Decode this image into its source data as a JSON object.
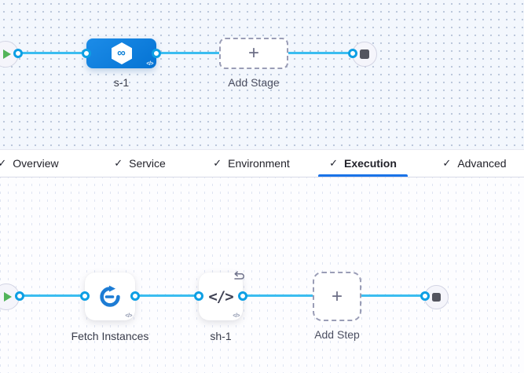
{
  "pipeline_graph": {
    "stage": {
      "name": "s-1"
    },
    "add_stage_label": "Add Stage",
    "plus_glyph": "+",
    "code_badge_glyph": "</>",
    "infinity_glyph": "∞"
  },
  "tabs": {
    "check_glyph": "✓",
    "items": [
      {
        "label": "Overview",
        "completed": true,
        "active": false
      },
      {
        "label": "Service",
        "completed": true,
        "active": false
      },
      {
        "label": "Environment",
        "completed": true,
        "active": false
      },
      {
        "label": "Execution",
        "completed": true,
        "active": true
      },
      {
        "label": "Advanced",
        "completed": true,
        "active": false
      }
    ]
  },
  "execution_graph": {
    "steps": [
      {
        "name": "Fetch Instances"
      },
      {
        "name": "sh-1"
      }
    ],
    "add_step_label": "Add Step",
    "plus_glyph": "+",
    "shell_glyph": "</>",
    "code_badge_glyph": "</>"
  },
  "colors": {
    "connector_line": "#3bbdf0",
    "connector_ring": "#0d9fe4",
    "stage_node_blue": "#0b7fd6",
    "active_tab_underline": "#1a73e8",
    "play_green": "#52b45a",
    "stop_square": "#53555f",
    "canvas_top_bg": "#f3f7fd"
  }
}
